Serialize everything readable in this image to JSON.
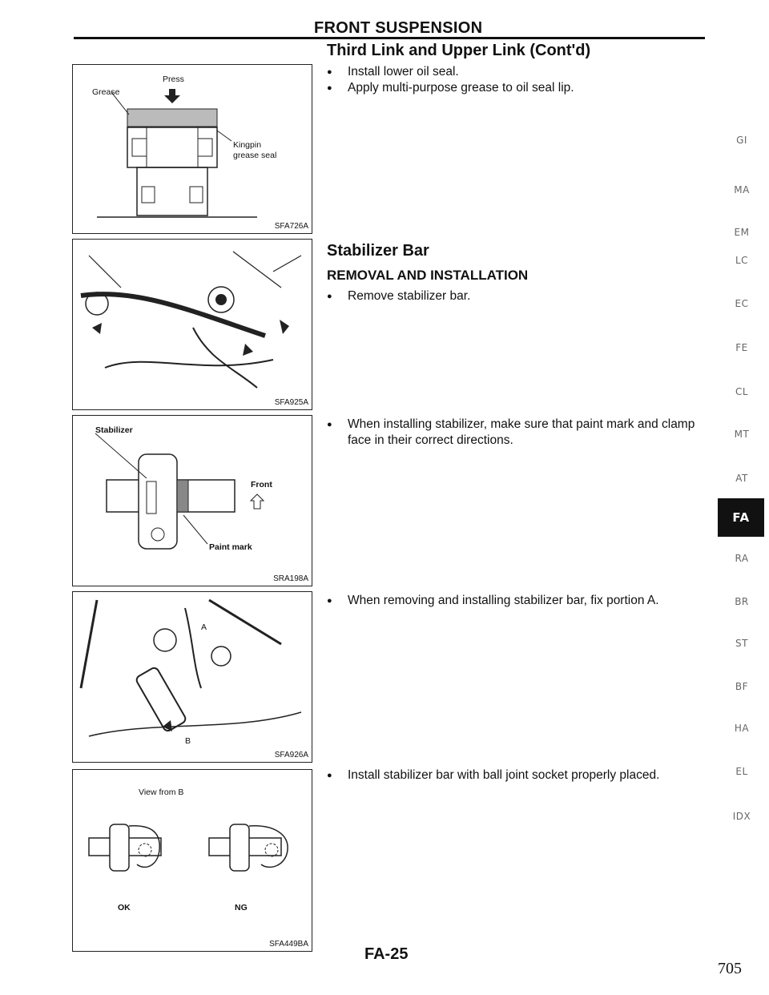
{
  "header": {
    "title": "FRONT SUSPENSION"
  },
  "sections": [
    {
      "title": "Third Link and Upper Link (Cont'd)",
      "bullets": [
        "Install lower oil seal.",
        "Apply multi-purpose grease to oil seal lip."
      ]
    },
    {
      "title": "Stabilizer Bar",
      "subtitle": "REMOVAL AND INSTALLATION",
      "bullets": [
        "Remove stabilizer bar.",
        "When installing stabilizer, make sure that paint mark and clamp face in their correct directions.",
        "When removing and installing stabilizer bar, fix portion A.",
        "Install stabilizer bar with ball joint socket properly placed."
      ]
    }
  ],
  "figures": [
    {
      "code": "SFA726A",
      "labels": {
        "press": "Press",
        "grease": "Grease",
        "kingpin": "Kingpin",
        "seal": "grease seal"
      }
    },
    {
      "code": "SFA925A"
    },
    {
      "code": "SRA198A",
      "labels": {
        "stabilizer": "Stabilizer",
        "front": "Front",
        "paint": "Paint mark"
      }
    },
    {
      "code": "SFA926A",
      "labels": {
        "a": "A",
        "b": "B"
      }
    },
    {
      "code": "SFA449BA",
      "labels": {
        "view": "View from B",
        "ok": "OK",
        "ng": "NG"
      }
    }
  ],
  "side_tabs": [
    "GI",
    "MA",
    "EM",
    "LC",
    "EC",
    "FE",
    "CL",
    "MT",
    "AT",
    "FA",
    "RA",
    "BR",
    "ST",
    "BF",
    "HA",
    "EL",
    "IDX"
  ],
  "active_tab": "FA",
  "footer": {
    "page_code": "FA-25",
    "page_number": "705"
  }
}
